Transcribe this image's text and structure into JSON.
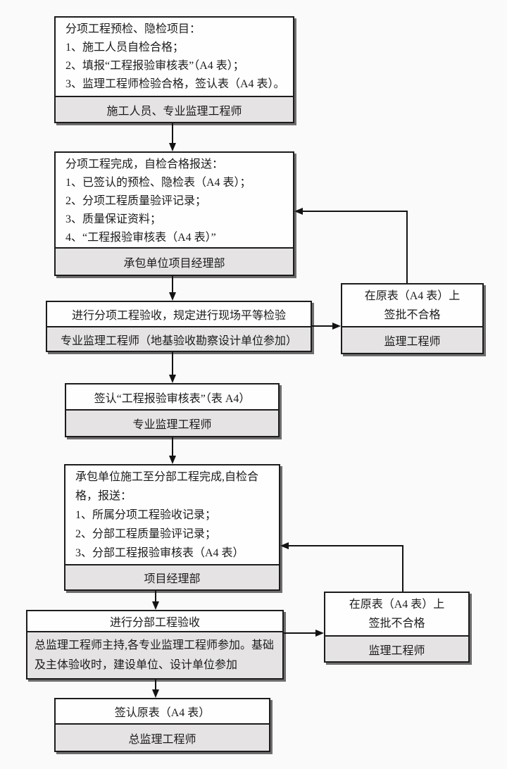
{
  "colors": {
    "background": "#fbfafa",
    "box_bg": "#fefefe",
    "footer_bg": "#e5e3e3",
    "border": "#1c1c1e",
    "shadow": "#6f6d6d",
    "line": "#131313"
  },
  "boxes": {
    "b1": {
      "lines": [
        "分项工程预检、隐检项目：",
        "1、施工人员自检合格；",
        "2、填报“工程报验审核表”（A4 表）；",
        "3、监理工程师检验合格，签认表（A4 表）。"
      ],
      "footer": "施工人员、专业监理工程师"
    },
    "b2": {
      "lines": [
        "分项工程完成，自检合格报送：",
        "1、已签认的预检、隐检表（A4 表）；",
        "2、分项工程质量验评记录；",
        "3、质量保证资料；",
        "4、“工程报验审核表（A4 表）”"
      ],
      "footer": "承包单位项目经理部"
    },
    "b3": {
      "title": "进行分项工程验收，规定进行现场平等检验",
      "footer": "专业监理工程师（地基验收勘察设计单位参加）"
    },
    "b4": {
      "title": "签认“工程报验审核表”（表 A4）",
      "footer": "专业监理工程师"
    },
    "b5": {
      "lines": [
        "承包单位施工至分部工程完成,自检合格，报送：",
        "1、所属分项工程验收记录；",
        "2、分部工程质量验评记录；",
        "3、分部工程报验审核表（A4 表）"
      ],
      "footer": "项目经理部"
    },
    "b6": {
      "title": "进行分部工程验收",
      "footer": "总监理工程师主持,各专业监理工程师参加。基础及主体验收时，建设单位、设计单位参加"
    },
    "b7": {
      "title": "签认原表（A4 表）",
      "footer": "总监理工程师"
    },
    "r1": {
      "lines": [
        "在原表（A4 表）上",
        "签批不合格"
      ],
      "footer": "监理工程师"
    },
    "r2": {
      "lines": [
        "在原表（A4 表）上",
        "签批不合格"
      ],
      "footer": "监理工程师"
    }
  }
}
